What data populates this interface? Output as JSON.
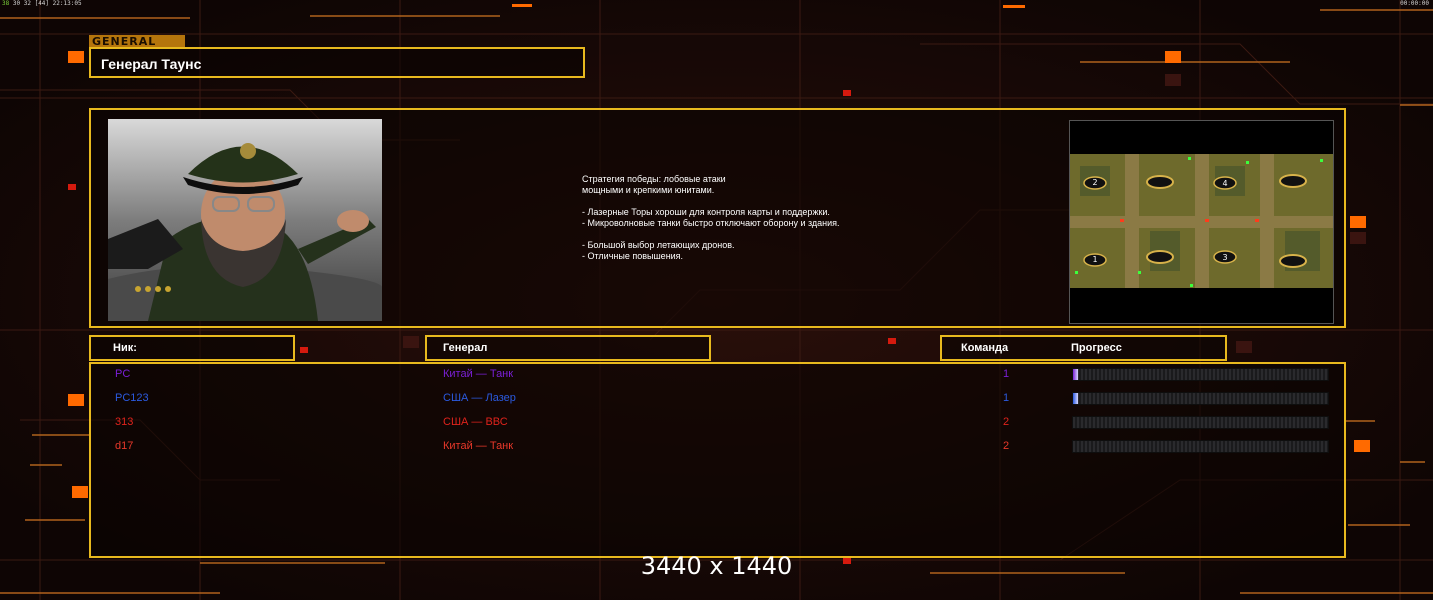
{
  "status_bar": {
    "left_prefix": "",
    "fps_a": "38",
    "fps_b": "30",
    "fps_c": "32",
    "fps_d": "[44]",
    "clock": "22:13:05",
    "right_clock": "00:00:00"
  },
  "section_tag": "GENERAL",
  "general_name": "Генерал Таунс",
  "description_lines": [
    "Стратегия победы: лобовые атаки",
    "мощными и крепкими юнитами.",
    "",
    "- Лазерные Торы хороши для контроля карты и поддержки.",
    "- Микроволновые танки быстро отключают оборону и здания.",
    "",
    "- Большой выбор летающих дронов.",
    "- Отличные повышения."
  ],
  "map": {
    "start_positions": [
      "1",
      "2",
      "3",
      "4"
    ]
  },
  "columns": {
    "nick": "Ник:",
    "general": "Генерал",
    "team": "Команда",
    "progress": "Прогресс"
  },
  "players": [
    {
      "nick": "PC",
      "general": "Китай — Танк",
      "team": "1",
      "color": "#7a1fd6",
      "progress": 0.02
    },
    {
      "nick": "PC123",
      "general": "США — Лазер",
      "team": "1",
      "color": "#2b5ae0",
      "progress": 0.02
    },
    {
      "nick": "313",
      "general": "США — ВВС",
      "team": "2",
      "color": "#e0231c",
      "progress": 0
    },
    {
      "nick": "d17",
      "general": "Китай — Танк",
      "team": "2",
      "color": "#e8382a",
      "progress": 0
    }
  ],
  "resolution_label": "3440 x 1440",
  "colors": {
    "frame": "#e8b91e",
    "accent_orange": "#ff6a00",
    "background": "#130908"
  }
}
